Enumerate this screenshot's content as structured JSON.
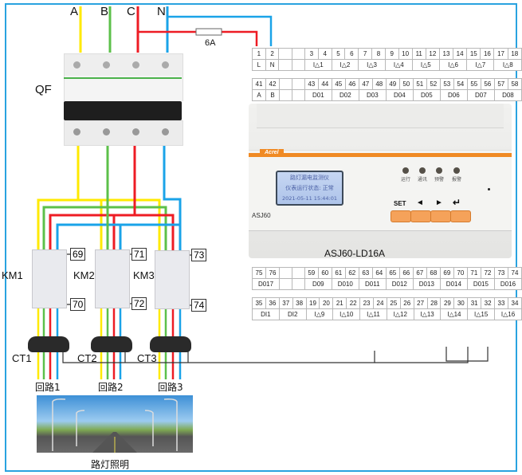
{
  "phases": {
    "a": "A",
    "b": "B",
    "c": "C",
    "n": "N"
  },
  "fuse_label": "6A",
  "breaker_label": "QF",
  "contactors": [
    {
      "label": "KM1",
      "top_terminal": "69",
      "bottom_terminal": "70"
    },
    {
      "label": "KM2",
      "top_terminal": "71",
      "bottom_terminal": "72"
    },
    {
      "label": "KM3",
      "top_terminal": "73",
      "bottom_terminal": "74"
    }
  ],
  "cts": [
    "CT1",
    "CT2",
    "CT3"
  ],
  "circuits": [
    "回路1",
    "回路2",
    "回路3"
  ],
  "photo_caption": "路灯照明",
  "device": {
    "model_short": "ASJ60",
    "model_full": "ASJ60-LD16A",
    "brand": "Acrel",
    "lcd": [
      "路灯漏电监测仪",
      "仪表运行状态: 正常",
      "2021-05-11  15:44:01"
    ],
    "leds": [
      "运行",
      "通讯",
      "预警",
      "报警"
    ],
    "keys": {
      "set": "SET",
      "left": "◄",
      "right": "►",
      "enter": "↵"
    }
  },
  "terminal_tables": {
    "top1": {
      "nums": [
        "1",
        "2",
        "",
        "",
        "3",
        "4",
        "5",
        "6",
        "7",
        "8",
        "9",
        "10",
        "11",
        "12",
        "13",
        "14",
        "15",
        "16",
        "17",
        "18"
      ],
      "labels": [
        "L",
        "N",
        "",
        "",
        "I△1",
        "I△2",
        "I△3",
        "I△4",
        "I△5",
        "I△6",
        "I△7",
        "I△8"
      ]
    },
    "top2": {
      "nums": [
        "41",
        "42",
        "",
        "",
        "43",
        "44",
        "45",
        "46",
        "47",
        "48",
        "49",
        "50",
        "51",
        "52",
        "53",
        "54",
        "55",
        "56",
        "57",
        "58"
      ],
      "labels": [
        "A",
        "B",
        "",
        "",
        "D01",
        "D02",
        "D03",
        "D04",
        "D05",
        "D06",
        "D07",
        "D08"
      ]
    },
    "bot1": {
      "nums": [
        "75",
        "76",
        "",
        "",
        "59",
        "60",
        "61",
        "62",
        "63",
        "64",
        "65",
        "66",
        "67",
        "68",
        "69",
        "70",
        "71",
        "72",
        "73",
        "74"
      ],
      "labels": [
        "D017",
        "",
        "",
        "D09",
        "D010",
        "D011",
        "D012",
        "D013",
        "D014",
        "D015",
        "D016"
      ]
    },
    "bot2": {
      "nums": [
        "35",
        "36",
        "37",
        "38",
        "19",
        "20",
        "21",
        "22",
        "23",
        "24",
        "25",
        "26",
        "27",
        "28",
        "29",
        "30",
        "31",
        "32",
        "33",
        "34"
      ],
      "labels": [
        "DI1",
        "DI2",
        "I△9",
        "I△10",
        "I△11",
        "I△12",
        "I△13",
        "I△14",
        "I△15",
        "I△16"
      ]
    }
  },
  "colors": {
    "a": "#ffea00",
    "b": "#5cc04a",
    "c": "#ee1c24",
    "n": "#1aa3e8",
    "frame": "#29a3e0",
    "signal": "#333333"
  }
}
